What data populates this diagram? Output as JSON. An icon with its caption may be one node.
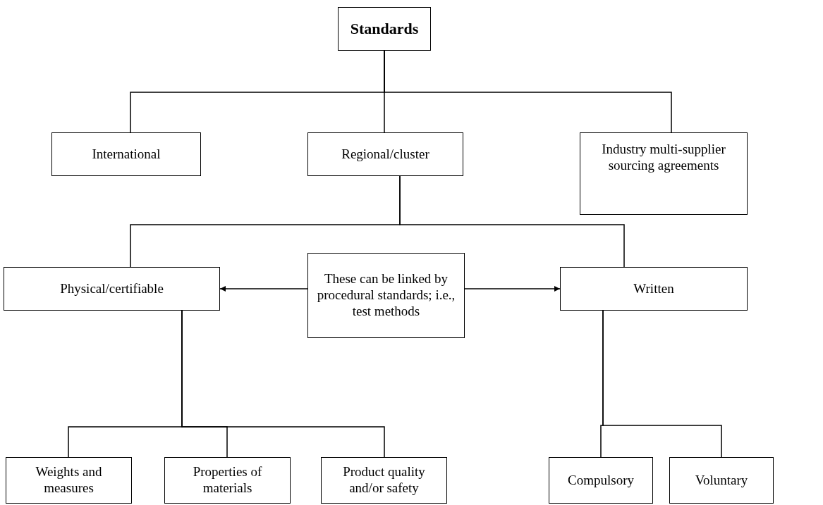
{
  "diagram": {
    "nodes": [
      {
        "text": [
          "Standards"
        ]
      },
      {
        "text": [
          "International"
        ]
      },
      {
        "text": [
          "Regional/cluster"
        ]
      },
      {
        "text": [
          "Industry multi-supplier sourcing agreements"
        ]
      },
      {
        "text": [
          "Physical/certifiable"
        ]
      },
      {
        "text": [
          "These can be linked by procedural standards; i.e., test methods"
        ]
      },
      {
        "text": [
          "Written"
        ]
      },
      {
        "text": [
          "Weights and measures"
        ]
      },
      {
        "text": [
          "Properties of materials"
        ]
      },
      {
        "text": [
          "Product quality and/or safety"
        ]
      },
      {
        "text": [
          "Compulsory"
        ]
      },
      {
        "text": [
          "Voluntary"
        ]
      }
    ],
    "edges": [
      {
        "from": 0,
        "to": 1,
        "arrow": "none"
      },
      {
        "from": 0,
        "to": 2,
        "arrow": "none"
      },
      {
        "from": 0,
        "to": 3,
        "arrow": "none"
      },
      {
        "from": 2,
        "to": 4,
        "arrow": "none"
      },
      {
        "from": 2,
        "to": 6,
        "arrow": "none"
      },
      {
        "from": 5,
        "to": 4,
        "arrow": "to"
      },
      {
        "from": 5,
        "to": 6,
        "arrow": "to"
      },
      {
        "from": 4,
        "to": 7,
        "arrow": "none"
      },
      {
        "from": 4,
        "to": 8,
        "arrow": "none"
      },
      {
        "from": 4,
        "to": 9,
        "arrow": "none"
      },
      {
        "from": 6,
        "to": 10,
        "arrow": "none"
      },
      {
        "from": 6,
        "to": 11,
        "arrow": "none"
      }
    ]
  }
}
